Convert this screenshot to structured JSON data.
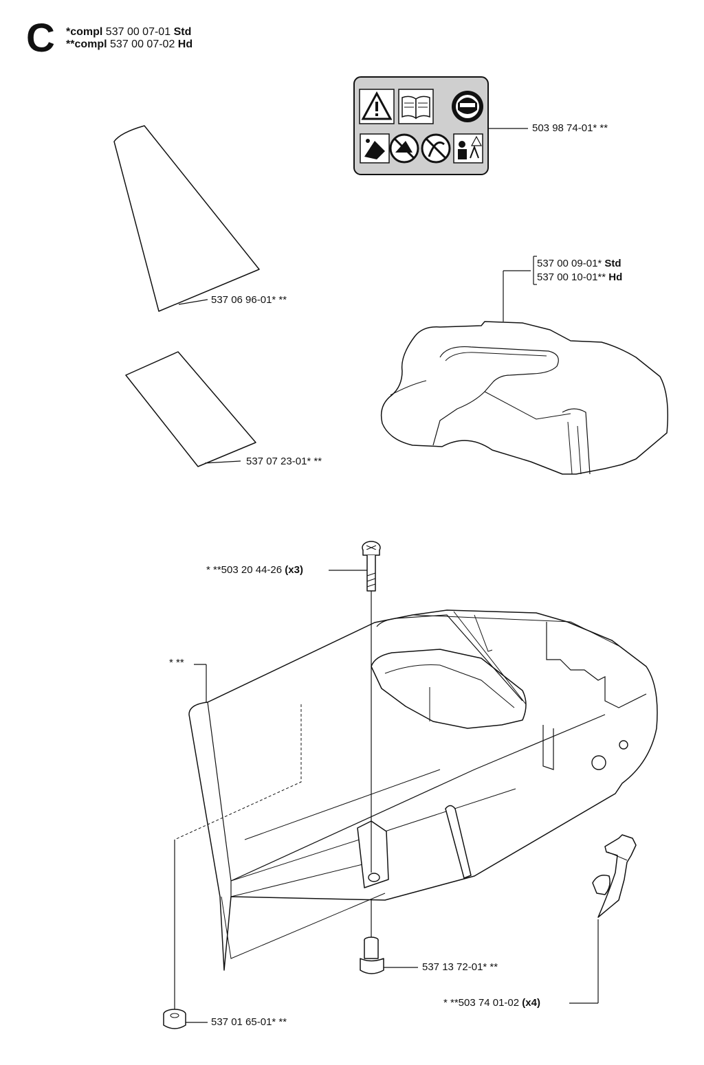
{
  "header": {
    "section_letter": "C",
    "line1": {
      "prefix": "*compl",
      "number": "537 00 07-01",
      "suffix": "Std"
    },
    "line2": {
      "prefix": "**compl",
      "number": "537 00 07-02",
      "suffix": "Hd"
    }
  },
  "labels": {
    "decal_sign": "503 98 74-01* **",
    "decal_tall": "537 06 96-01* **",
    "decal_small": "537 07 23-01* **",
    "top_cover_std": {
      "number": "537 00 09-01*",
      "suffix": "Std"
    },
    "top_cover_hd": {
      "number": "537 00 10-01**",
      "suffix": "Hd"
    },
    "screw": {
      "number": "* **503 20 44-26",
      "qty": "(x3)"
    },
    "cover_assembly": "* **",
    "sleeve": "537 13 72-01* **",
    "clip": {
      "number": "* **503 74 01-02",
      "qty": "(x4)"
    },
    "rubber_foot": "537 01 65-01* **"
  }
}
